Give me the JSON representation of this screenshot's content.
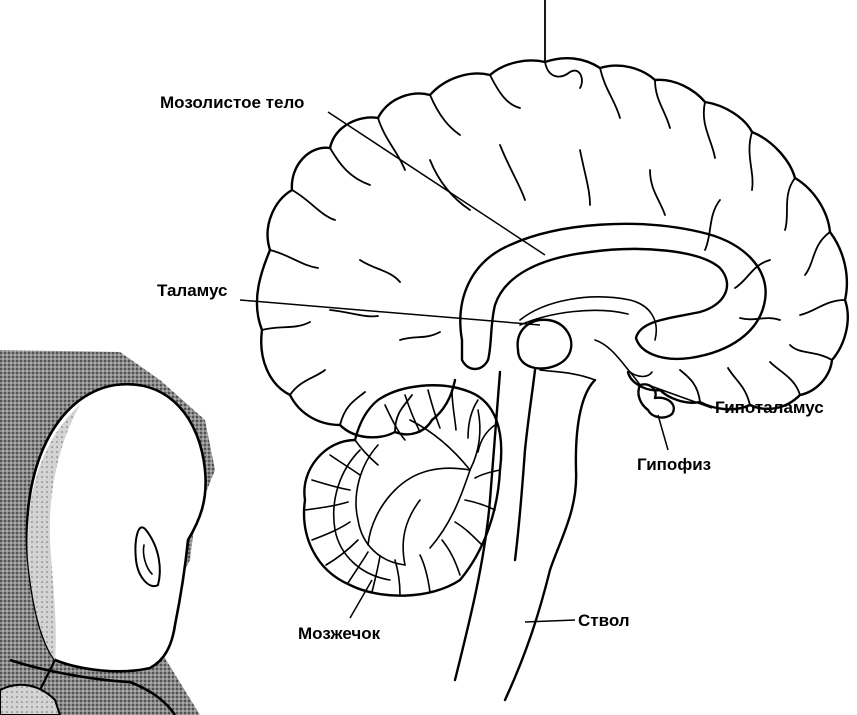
{
  "labels": {
    "corpus_callosum": "Мозолистое тело",
    "thalamus": "Таламус",
    "hypothalamus": "Гипоталамус",
    "pituitary": "Гипофиз",
    "cerebellum": "Мозжечок",
    "brainstem": "Ствол"
  },
  "colors": {
    "ink": "#000000",
    "background": "#ffffff",
    "halftone": "#6b6b6b"
  }
}
